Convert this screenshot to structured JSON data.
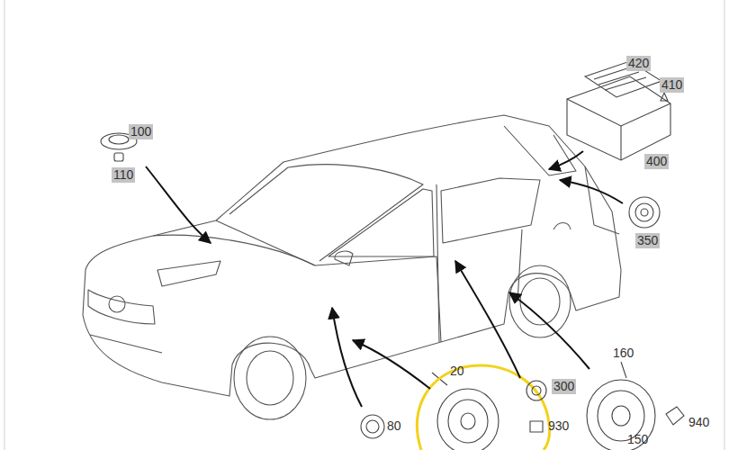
{
  "diagram": {
    "labels": [
      "420",
      "410",
      "100",
      "110",
      "400",
      "350",
      "160",
      "20",
      "300",
      "80",
      "930",
      "150",
      "940"
    ]
  }
}
